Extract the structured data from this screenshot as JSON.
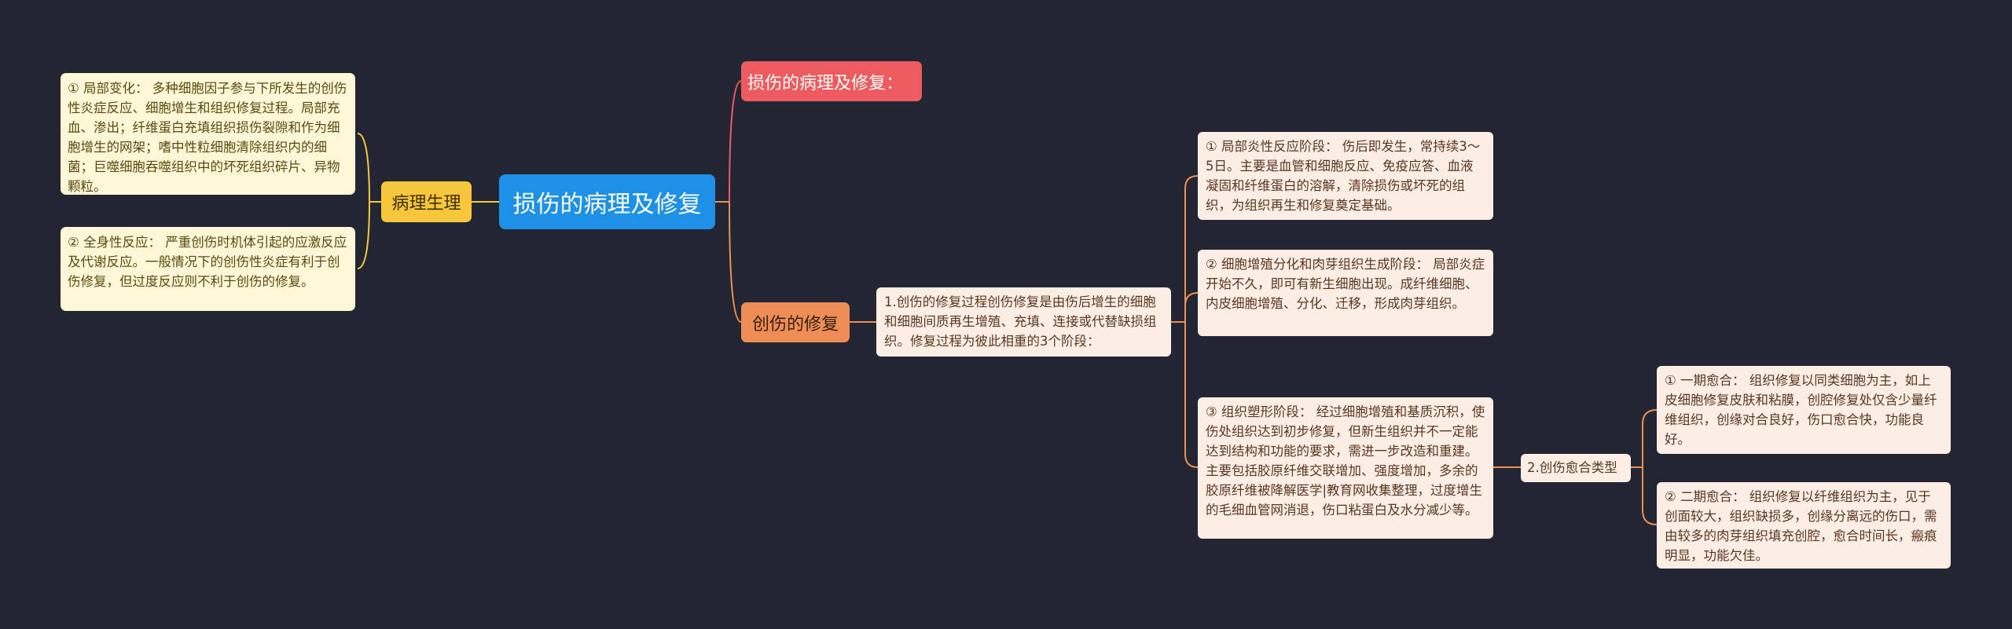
{
  "root": {
    "label": "损伤的病理及修复"
  },
  "branches": {
    "pathology_repair": {
      "label": "损伤的病理及修复："
    },
    "wound_repair": {
      "label": "创伤的修复"
    },
    "physiology": {
      "label": "病理生理"
    }
  },
  "physiology_items": [
    {
      "text": "① 局部变化： 多种细胞因子参与下所发生的创伤性炎症反应、细胞增生和组织修复过程。局部充血、渗出；纤维蛋白充填组织损伤裂隙和作为细胞增生的网架；嗜中性粒细胞清除组织内的细菌；巨噬细胞吞噬组织中的坏死组织碎片、异物颗粒。"
    },
    {
      "text": "② 全身性反应： 严重创伤时机体引起的应激反应及代谢反应。一般情况下的创伤性炎症有利于创伤修复，但过度反应则不利于创伤的修复。"
    }
  ],
  "repair": {
    "process": {
      "text": "1.创伤的修复过程创伤修复是由伤后增生的细胞和细胞间质再生增殖、充填、连接或代替缺损组织。修复过程为彼此相重的3个阶段："
    },
    "stages": [
      {
        "text": "① 局部炎性反应阶段： 伤后即发生，常持续3～5日。主要是血管和细胞反应、免疫应答、血液凝固和纤维蛋白的溶解，清除损伤或坏死的组织，为组织再生和修复奠定基础。"
      },
      {
        "text": "② 细胞增殖分化和肉芽组织生成阶段： 局部炎症开始不久，即可有新生细胞出现。成纤维细胞、内皮细胞增殖、分化、迁移，形成肉芽组织。"
      },
      {
        "text": "③ 组织塑形阶段： 经过细胞增殖和基质沉积，使伤处组织达到初步修复，但新生组织并不一定能达到结构和功能的要求，需进一步改造和重建。主要包括胶原纤维交联增加、强度增加，多余的胶原纤维被降解医学|教育网收集整理，过度增生的毛细血管网消退，伤口粘蛋白及水分减少等。"
      }
    ],
    "healing_types": {
      "label": "2.创伤愈合类型",
      "items": [
        {
          "text": "① 一期愈合： 组织修复以同类细胞为主，如上皮细胞修复皮肤和粘膜，创腔修复处仅含少量纤维组织，创缘对合良好，伤口愈合快，功能良好。"
        },
        {
          "text": "② 二期愈合： 组织修复以纤维组织为主，见于创面较大，组织缺损多，创缘分离远的伤口，需由较多的肉芽组织填充创腔，愈合时间长，瘢痕明显，功能欠佳。"
        }
      ]
    }
  },
  "colors": {
    "background": "#222532",
    "root": "#1e90e6",
    "branch_red": "#ee5b5e",
    "branch_orange": "#ec8e56",
    "branch_yellow": "#f7c63a",
    "link_red": "#ee5b5e",
    "link_orange": "#ec8e56",
    "link_yellow": "#f7c63a"
  }
}
